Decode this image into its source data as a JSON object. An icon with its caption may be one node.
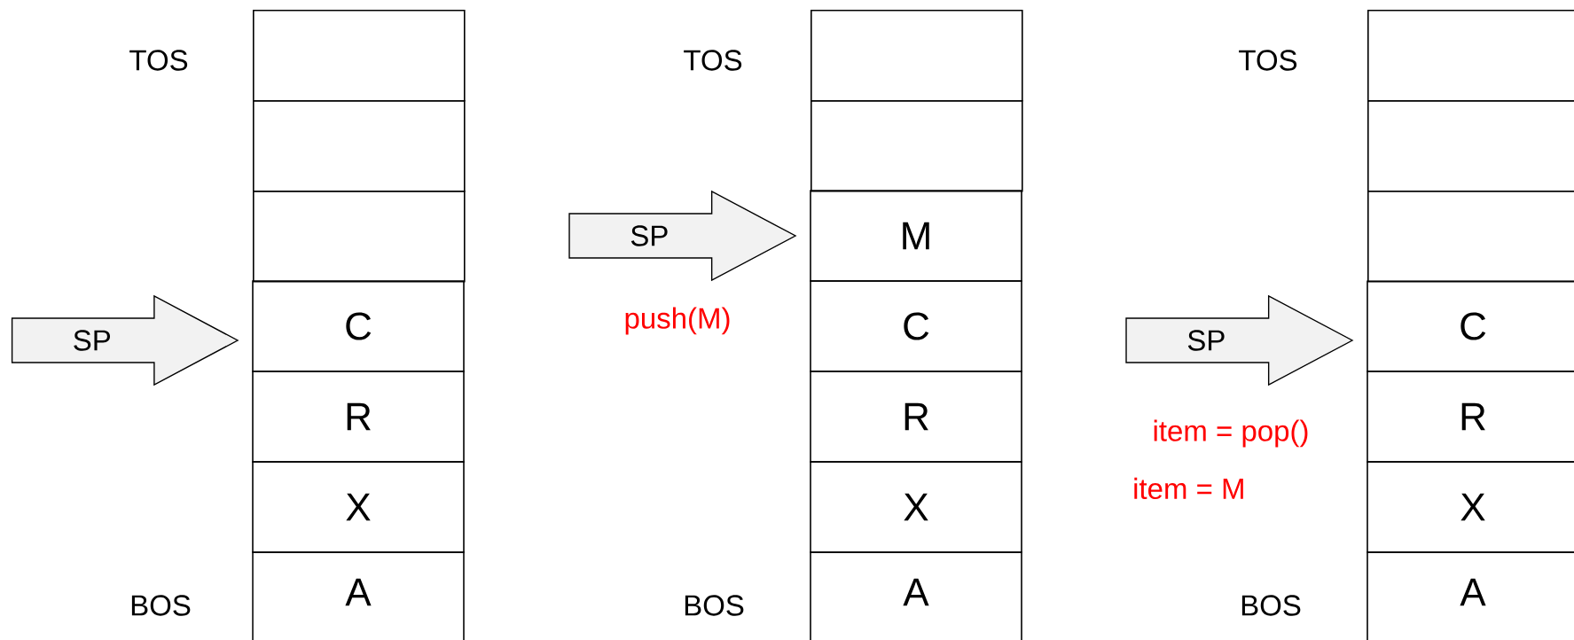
{
  "diagram": {
    "nodes": [
      {
        "text": [],
        "shape": "box"
      },
      {
        "text": [],
        "shape": "box"
      },
      {
        "text": [],
        "shape": "box"
      },
      {
        "text": [
          "C"
        ]
      },
      {
        "text": [
          "R"
        ]
      },
      {
        "text": [
          "X"
        ]
      },
      {
        "text": [
          "A"
        ]
      },
      {
        "text": [
          "SP"
        ]
      },
      {
        "text": [],
        "shape": "box"
      },
      {
        "text": [],
        "shape": "box"
      },
      {
        "text": [
          "M"
        ]
      },
      {
        "text": [
          "C"
        ]
      },
      {
        "text": [
          "R"
        ]
      },
      {
        "text": [
          "X"
        ]
      },
      {
        "text": [
          "A"
        ]
      },
      {
        "text": [
          "SP"
        ]
      },
      {
        "text": [],
        "shape": "box"
      },
      {
        "text": [],
        "shape": "box"
      },
      {
        "text": [],
        "shape": "box"
      },
      {
        "text": [
          "C"
        ]
      },
      {
        "text": [
          "R"
        ]
      },
      {
        "text": [
          "X"
        ]
      },
      {
        "text": [
          "A"
        ]
      },
      {
        "text": [
          "SP"
        ]
      }
    ],
    "labels": [
      "TOS",
      "BOS",
      "TOS",
      "push(M)",
      "BOS",
      "TOS",
      "item = pop()",
      "item = M",
      "BOS"
    ]
  }
}
